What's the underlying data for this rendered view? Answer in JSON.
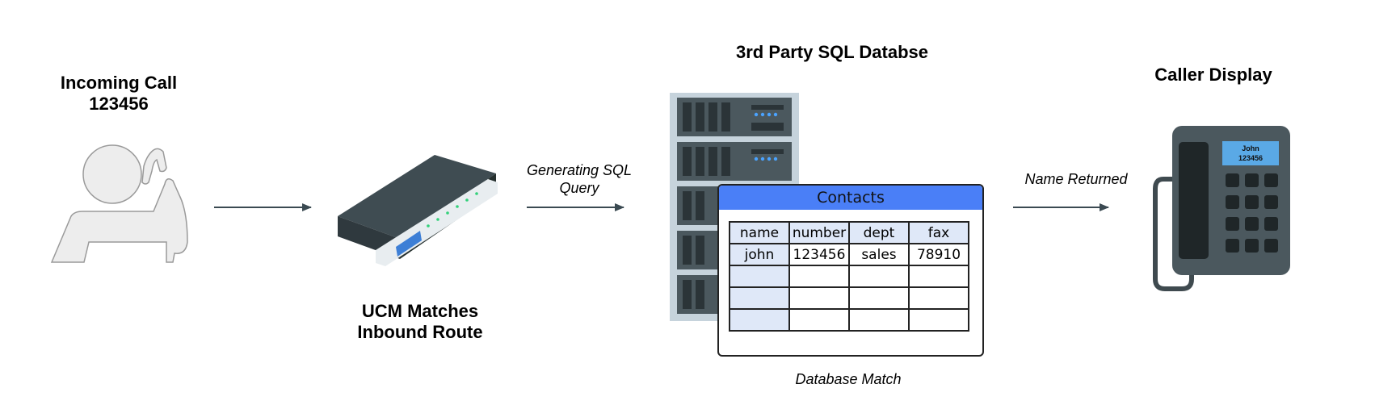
{
  "diagram": {
    "incoming": {
      "line1": "Incoming Call",
      "line2": "123456"
    },
    "ucm": {
      "line1": "UCM Matches",
      "line2": "Inbound Route"
    },
    "query": {
      "line1": "Generating SQL",
      "line2": "Query"
    },
    "database": {
      "title": "3rd Party SQL Databse",
      "caption": "Database Match"
    },
    "returned": {
      "label": "Name Returned"
    },
    "display": {
      "title": "Caller Display",
      "screen_name": "John",
      "screen_number": "123456"
    },
    "contacts": {
      "title": "Contacts",
      "columns": [
        "name",
        "number",
        "dept",
        "fax"
      ],
      "rows": [
        [
          "john",
          "123456",
          "sales",
          "78910"
        ],
        [
          "",
          "",
          "",
          ""
        ],
        [
          "",
          "",
          "",
          ""
        ],
        [
          "",
          "",
          "",
          ""
        ]
      ]
    }
  },
  "colors": {
    "arrow": "#3b4a52",
    "contacts_header": "#4a7ff7",
    "table_fill": "#dfe8f8",
    "phone_screen": "#5aa9e6",
    "phone_body": "#4b585e",
    "server_frame": "#c6d3dc"
  },
  "icons": [
    "person-on-phone-icon",
    "ucm-router-icon",
    "server-rack-icon",
    "desk-phone-icon"
  ]
}
